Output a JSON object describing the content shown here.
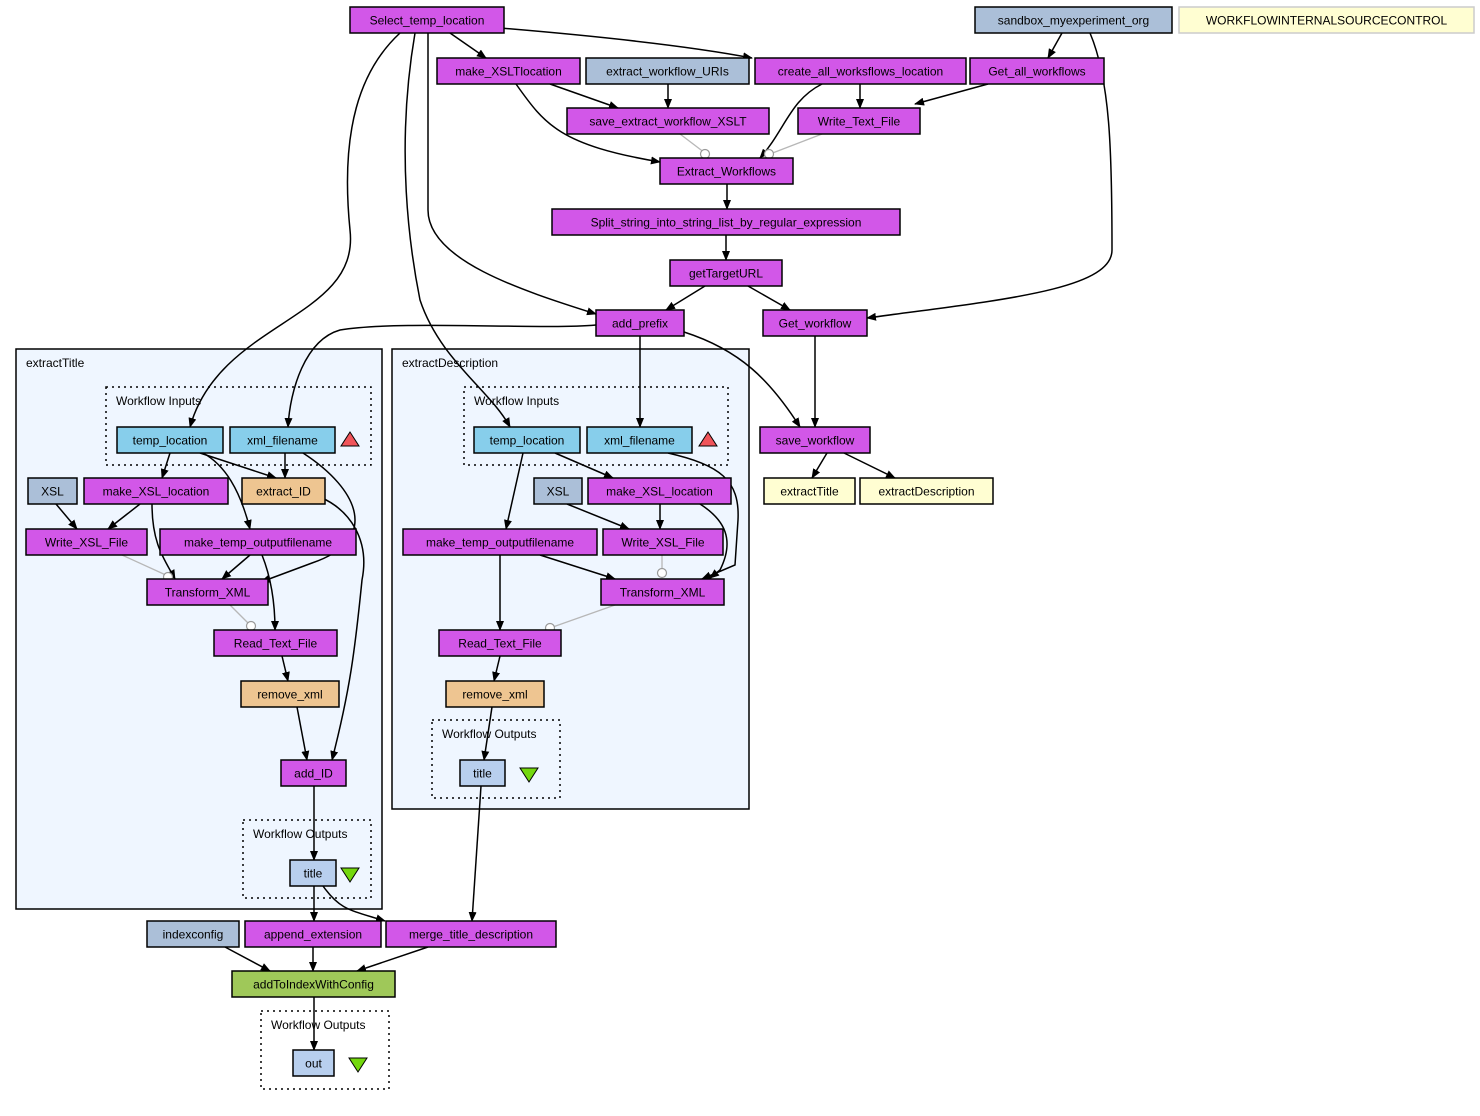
{
  "colors": {
    "processor": "#d257e8",
    "constant": "#abbfd8",
    "wf_input": "#87ceeb",
    "beanshell": "#eec591",
    "output_port": "#b8cfee",
    "subworkflow_bg": "#eff6ff",
    "other_service": "#fffed2",
    "index_service": "#9fc859",
    "input_triangle": "#f1545a",
    "output_triangle": "#74d80d",
    "control_link": "#b7b7b7"
  },
  "clusters": [
    {
      "id": "sub-title",
      "label": "extractTitle",
      "style": "subworkflow"
    },
    {
      "id": "sub-title-inputs",
      "label": "Workflow Inputs",
      "style": "ports"
    },
    {
      "id": "sub-title-outputs",
      "label": "Workflow Outputs",
      "style": "ports"
    },
    {
      "id": "sub-desc",
      "label": "extractDescription",
      "style": "subworkflow"
    },
    {
      "id": "sub-desc-inputs",
      "label": "Workflow Inputs",
      "style": "ports"
    },
    {
      "id": "sub-desc-outputs",
      "label": "Workflow Outputs",
      "style": "ports"
    },
    {
      "id": "main-outputs",
      "label": "Workflow Outputs",
      "style": "ports"
    }
  ],
  "nodes": [
    {
      "id": "select_temp",
      "label": "Select_temp_location",
      "kind": "processor"
    },
    {
      "id": "sandbox",
      "label": "sandbox_myexperiment_org",
      "kind": "constant"
    },
    {
      "id": "wisc",
      "label": "WORKFLOWINTERNALSOURCECONTROL",
      "kind": "other"
    },
    {
      "id": "make_xslt",
      "label": "make_XSLTlocation",
      "kind": "processor"
    },
    {
      "id": "extract_uris",
      "label": "extract_workflow_URIs",
      "kind": "constant"
    },
    {
      "id": "create_all",
      "label": "create_all_worksflows_location",
      "kind": "processor"
    },
    {
      "id": "get_all",
      "label": "Get_all_workflows",
      "kind": "processor"
    },
    {
      "id": "save_xslt",
      "label": "save_extract_workflow_XSLT",
      "kind": "processor"
    },
    {
      "id": "write_text",
      "label": "Write_Text_File",
      "kind": "processor"
    },
    {
      "id": "extract_wfs",
      "label": "Extract_Workflows",
      "kind": "processor"
    },
    {
      "id": "split",
      "label": "Split_string_into_string_list_by_regular_expression",
      "kind": "processor"
    },
    {
      "id": "get_target",
      "label": "getTargetURL",
      "kind": "processor"
    },
    {
      "id": "add_prefix",
      "label": "add_prefix",
      "kind": "processor"
    },
    {
      "id": "get_wf",
      "label": "Get_workflow",
      "kind": "processor"
    },
    {
      "id": "save_wf",
      "label": "save_workflow",
      "kind": "processor"
    },
    {
      "id": "out_title",
      "label": "extractTitle",
      "kind": "other"
    },
    {
      "id": "out_desc",
      "label": "extractDescription",
      "kind": "other"
    },
    {
      "id": "t_temp",
      "label": "temp_location",
      "kind": "wf_input"
    },
    {
      "id": "t_xml",
      "label": "xml_filename",
      "kind": "wf_input"
    },
    {
      "id": "t_xsl",
      "label": "XSL",
      "kind": "constant"
    },
    {
      "id": "t_mkxsl",
      "label": "make_XSL_location",
      "kind": "processor"
    },
    {
      "id": "t_extid",
      "label": "extract_ID",
      "kind": "beanshell"
    },
    {
      "id": "t_wxsl",
      "label": "Write_XSL_File",
      "kind": "processor"
    },
    {
      "id": "t_mktemp",
      "label": "make_temp_outputfilename",
      "kind": "processor"
    },
    {
      "id": "t_trans",
      "label": "Transform_XML",
      "kind": "processor"
    },
    {
      "id": "t_read",
      "label": "Read_Text_File",
      "kind": "processor"
    },
    {
      "id": "t_rmxml",
      "label": "remove_xml",
      "kind": "beanshell"
    },
    {
      "id": "t_addid",
      "label": "add_ID",
      "kind": "processor"
    },
    {
      "id": "t_out",
      "label": "title",
      "kind": "output"
    },
    {
      "id": "d_temp",
      "label": "temp_location",
      "kind": "wf_input"
    },
    {
      "id": "d_xml",
      "label": "xml_filename",
      "kind": "wf_input"
    },
    {
      "id": "d_xsl",
      "label": "XSL",
      "kind": "constant"
    },
    {
      "id": "d_mkxsl",
      "label": "make_XSL_location",
      "kind": "processor"
    },
    {
      "id": "d_mktemp",
      "label": "make_temp_outputfilename",
      "kind": "processor"
    },
    {
      "id": "d_wxsl",
      "label": "Write_XSL_File",
      "kind": "processor"
    },
    {
      "id": "d_trans",
      "label": "Transform_XML",
      "kind": "processor"
    },
    {
      "id": "d_read",
      "label": "Read_Text_File",
      "kind": "processor"
    },
    {
      "id": "d_rmxml",
      "label": "remove_xml",
      "kind": "beanshell"
    },
    {
      "id": "d_out",
      "label": "title",
      "kind": "output"
    },
    {
      "id": "indexconfig",
      "label": "indexconfig",
      "kind": "constant"
    },
    {
      "id": "append_ext",
      "label": "append_extension",
      "kind": "processor"
    },
    {
      "id": "merge",
      "label": "merge_title_description",
      "kind": "processor"
    },
    {
      "id": "add_index",
      "label": "addToIndexWithConfig",
      "kind": "index"
    },
    {
      "id": "out_main",
      "label": "out",
      "kind": "output"
    }
  ],
  "edges": [
    {
      "from": "select_temp",
      "to": "make_xslt"
    },
    {
      "from": "select_temp",
      "to": "create_all"
    },
    {
      "from": "select_temp",
      "to": "t_temp"
    },
    {
      "from": "select_temp",
      "to": "d_temp"
    },
    {
      "from": "select_temp",
      "to": "add_prefix"
    },
    {
      "from": "sandbox",
      "to": "get_all"
    },
    {
      "from": "sandbox",
      "to": "get_wf"
    },
    {
      "from": "make_xslt",
      "to": "save_xslt"
    },
    {
      "from": "make_xslt",
      "to": "extract_wfs"
    },
    {
      "from": "extract_uris",
      "to": "save_xslt"
    },
    {
      "from": "create_all",
      "to": "write_text"
    },
    {
      "from": "create_all",
      "to": "extract_wfs"
    },
    {
      "from": "get_all",
      "to": "write_text"
    },
    {
      "from": "save_xslt",
      "to": "extract_wfs",
      "control": true
    },
    {
      "from": "write_text",
      "to": "extract_wfs",
      "control": true
    },
    {
      "from": "extract_wfs",
      "to": "split"
    },
    {
      "from": "split",
      "to": "get_target"
    },
    {
      "from": "get_target",
      "to": "add_prefix"
    },
    {
      "from": "get_target",
      "to": "get_wf"
    },
    {
      "from": "add_prefix",
      "to": "t_xml"
    },
    {
      "from": "add_prefix",
      "to": "d_xml"
    },
    {
      "from": "add_prefix",
      "to": "save_wf"
    },
    {
      "from": "get_wf",
      "to": "save_wf"
    },
    {
      "from": "save_wf",
      "to": "out_title"
    },
    {
      "from": "save_wf",
      "to": "out_desc"
    },
    {
      "from": "t_temp",
      "to": "t_mkxsl"
    },
    {
      "from": "t_temp",
      "to": "t_extid"
    },
    {
      "from": "t_temp",
      "to": "t_mktemp"
    },
    {
      "from": "t_xml",
      "to": "t_extid"
    },
    {
      "from": "t_xml",
      "to": "t_trans"
    },
    {
      "from": "t_xsl",
      "to": "t_wxsl"
    },
    {
      "from": "t_mkxsl",
      "to": "t_wxsl"
    },
    {
      "from": "t_mkxsl",
      "to": "t_trans"
    },
    {
      "from": "t_wxsl",
      "to": "t_trans",
      "control": true
    },
    {
      "from": "t_mktemp",
      "to": "t_trans"
    },
    {
      "from": "t_mktemp",
      "to": "t_read"
    },
    {
      "from": "t_trans",
      "to": "t_read",
      "control": true
    },
    {
      "from": "t_read",
      "to": "t_rmxml"
    },
    {
      "from": "t_rmxml",
      "to": "t_addid"
    },
    {
      "from": "t_extid",
      "to": "t_addid"
    },
    {
      "from": "t_addid",
      "to": "t_out"
    },
    {
      "from": "d_temp",
      "to": "d_mkxsl"
    },
    {
      "from": "d_temp",
      "to": "d_mktemp"
    },
    {
      "from": "d_xml",
      "to": "d_trans"
    },
    {
      "from": "d_xsl",
      "to": "d_wxsl"
    },
    {
      "from": "d_mkxsl",
      "to": "d_wxsl"
    },
    {
      "from": "d_mkxsl",
      "to": "d_trans"
    },
    {
      "from": "d_mktemp",
      "to": "d_trans"
    },
    {
      "from": "d_mktemp",
      "to": "d_read"
    },
    {
      "from": "d_wxsl",
      "to": "d_trans",
      "control": true
    },
    {
      "from": "d_trans",
      "to": "d_read",
      "control": true
    },
    {
      "from": "d_read",
      "to": "d_rmxml"
    },
    {
      "from": "d_rmxml",
      "to": "d_out"
    },
    {
      "from": "t_out",
      "to": "append_ext"
    },
    {
      "from": "t_out",
      "to": "merge"
    },
    {
      "from": "d_out",
      "to": "merge"
    },
    {
      "from": "indexconfig",
      "to": "add_index"
    },
    {
      "from": "append_ext",
      "to": "add_index"
    },
    {
      "from": "merge",
      "to": "add_index"
    },
    {
      "from": "add_index",
      "to": "out_main"
    }
  ]
}
